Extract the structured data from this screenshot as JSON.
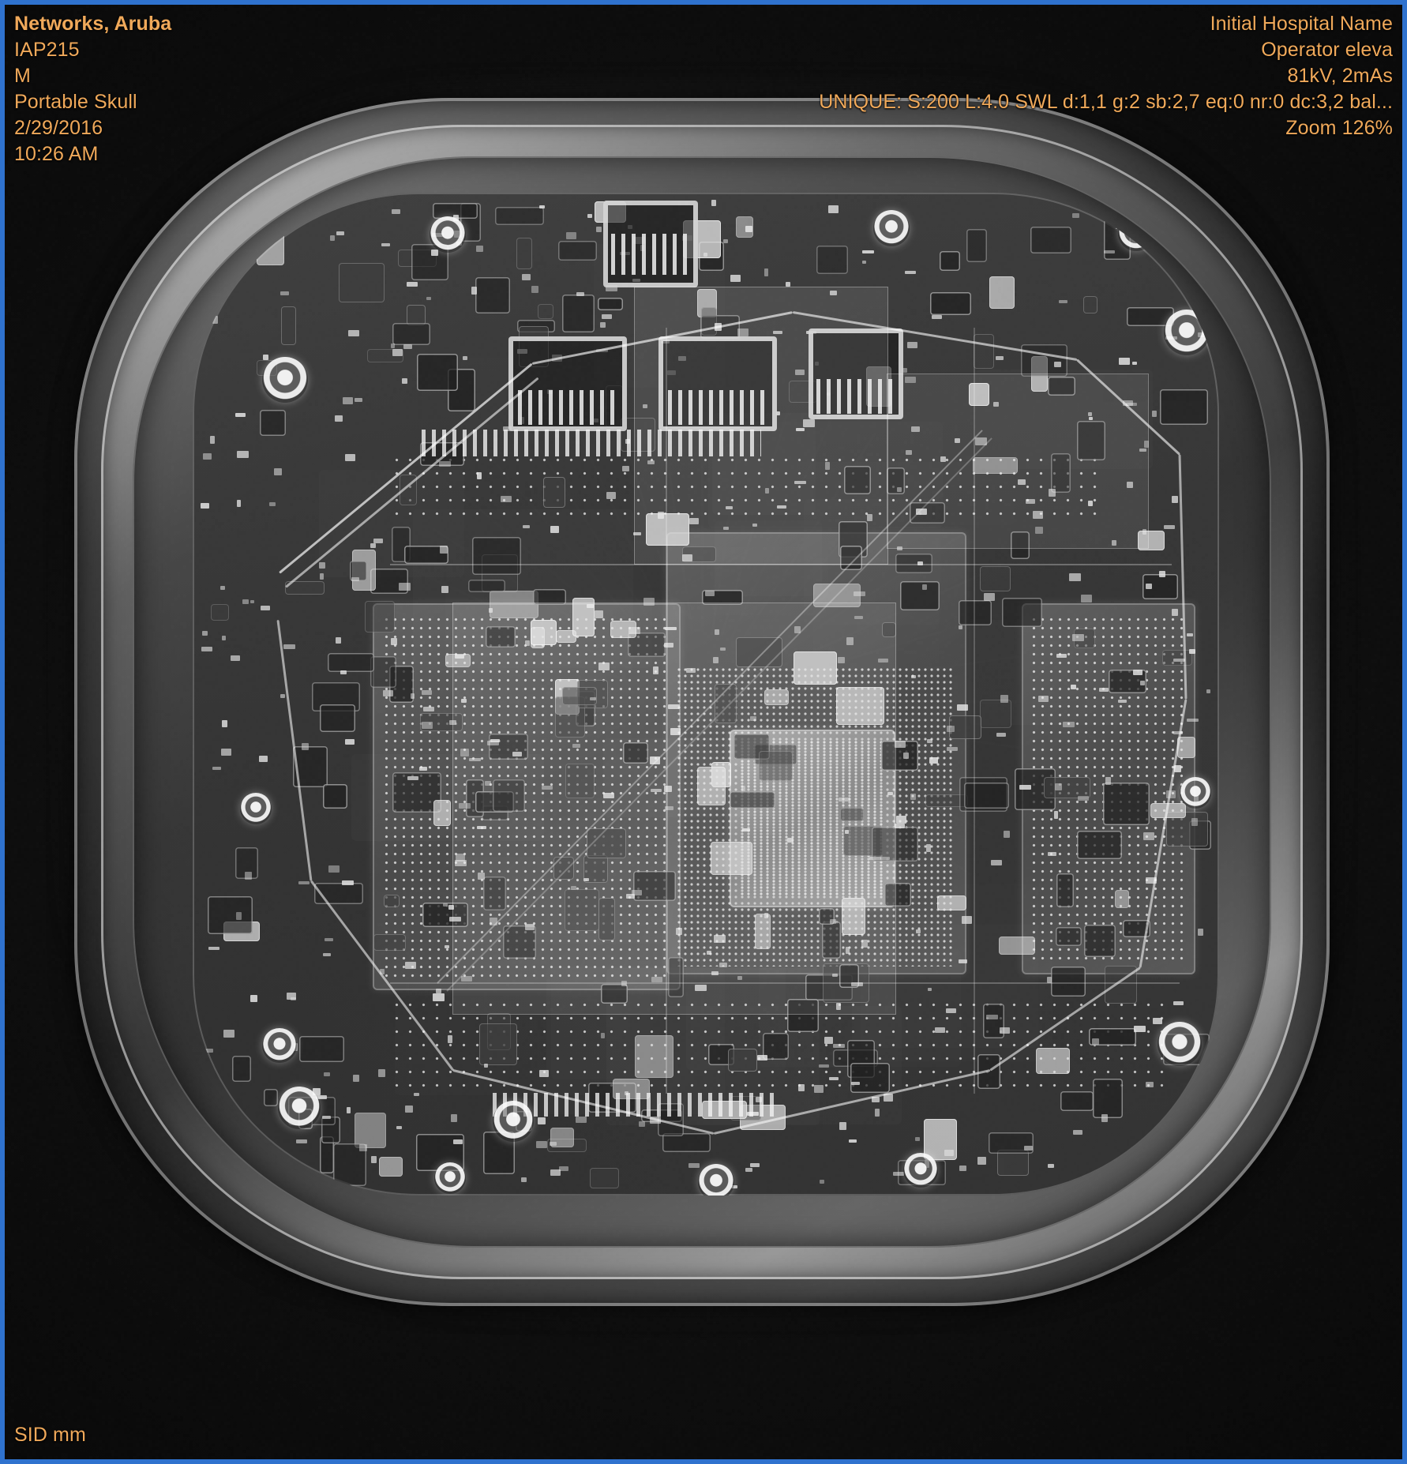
{
  "viewer": {
    "border_color": "#2f72ce",
    "background_color": "#070707",
    "overlay_text_color": "#f0a95a",
    "modality": "DX"
  },
  "overlay": {
    "top_left": [
      "Networks, Aruba",
      "IAP215",
      "M",
      "Portable Skull",
      "2/29/2016",
      "10:26 AM"
    ],
    "top_right": [
      "Initial Hospital Name",
      "Operator eleva",
      "81kV, 2mAs",
      "UNIQUE: S:200 L:4.0 SWL d:1,1 g:2 sb:2,7 eq:0 nr:0 dc:3,2 bal...",
      "Zoom 126%"
    ],
    "bottom_left": [
      "SID  mm"
    ],
    "fields": {
      "patient_name": "Networks, Aruba",
      "patient_id": "IAP215",
      "sex": "M",
      "study_description": "Portable Skull",
      "study_date": "2/29/2016",
      "study_time": "10:26 AM",
      "institution": "Initial Hospital Name",
      "operator": "Operator eleva",
      "technique": "81kV, 2mAs",
      "processing": "UNIQUE: S:200 L:4.0 SWL d:1,1 g:2 sb:2,7 eq:0 nr:0 dc:3,2 bal...",
      "zoom": "Zoom 126%",
      "sid": "SID  mm",
      "window_center": "200",
      "window_width": "4.0",
      "kvp": "81",
      "mas": "2",
      "zoom_percent": "126"
    }
  },
  "image": {
    "description": "Radiographic (X-ray) projection of a square rounded-corner wireless access point showing the internal printed circuit board",
    "subject": "Aruba IAP215 access point internals"
  }
}
